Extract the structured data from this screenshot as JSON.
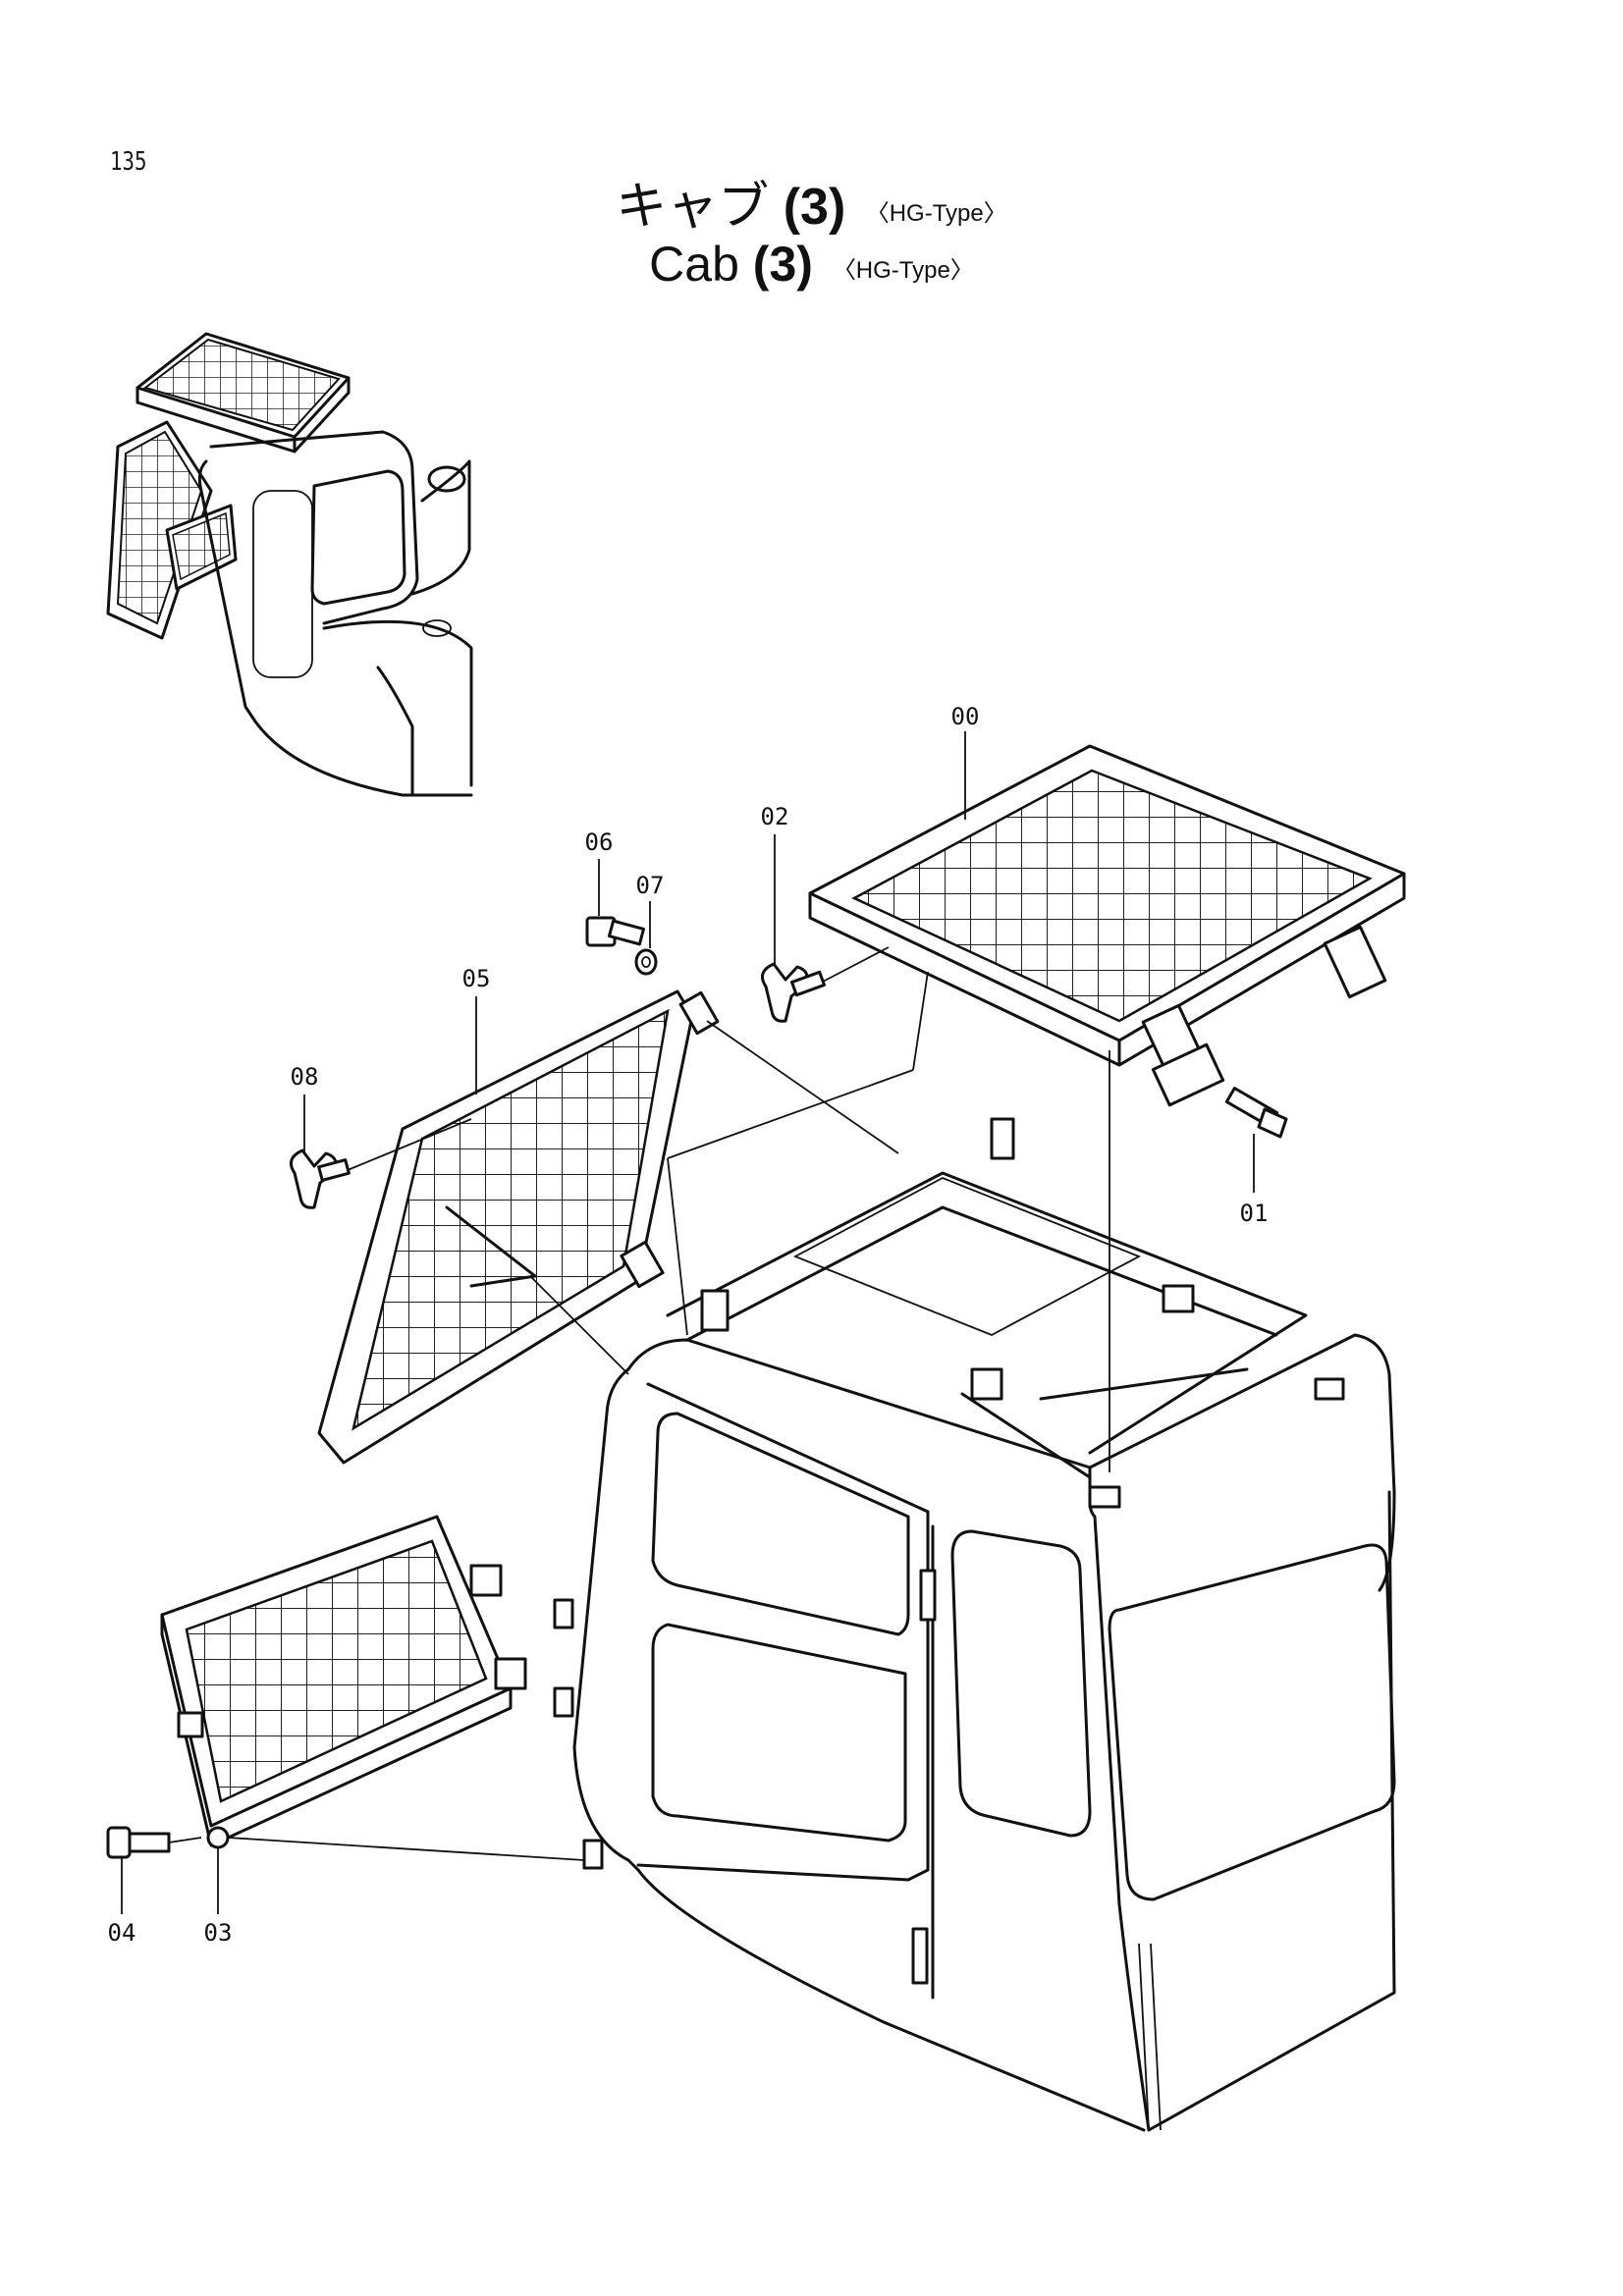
{
  "page": {
    "number": "135"
  },
  "title": {
    "jp_text": "キャブ",
    "en_text": "Cab",
    "section_number": "(3)",
    "variant": "〈HG-Type〉"
  },
  "callouts": [
    "00",
    "01",
    "02",
    "03",
    "04",
    "05",
    "06",
    "07",
    "08"
  ]
}
